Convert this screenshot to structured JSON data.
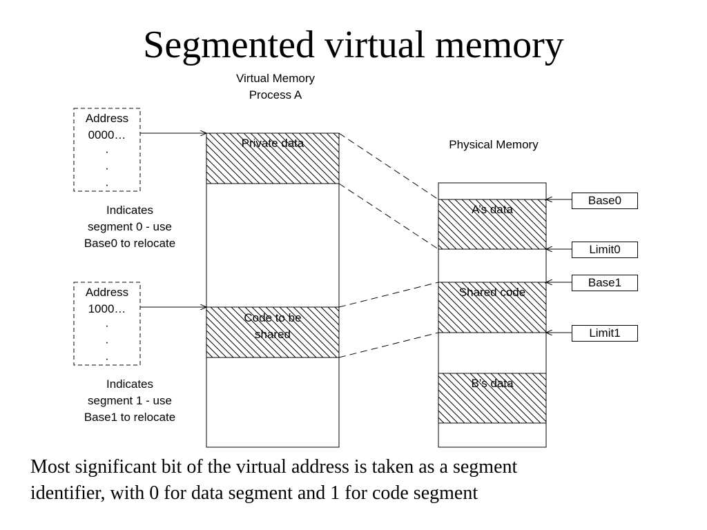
{
  "title": "Segmented virtual memory",
  "virtual_memory": {
    "heading_line1": "Virtual Memory",
    "heading_line2": "Process A",
    "segments": [
      {
        "label": "Private data"
      },
      {
        "label_line1": "Code to be",
        "label_line2": "shared"
      }
    ]
  },
  "physical_memory": {
    "heading": "Physical Memory",
    "segments": [
      {
        "label": "A’s data"
      },
      {
        "label": "Shared code"
      },
      {
        "label": "B’s data"
      }
    ]
  },
  "registers": {
    "base0": "Base0",
    "limit0": "Limit0",
    "base1": "Base1",
    "limit1": "Limit1"
  },
  "addresses": [
    {
      "line1": "Address",
      "line2": "0000…",
      "dots": [
        "·",
        "·",
        "·"
      ],
      "note_line1": "Indicates",
      "note_line2": "segment 0 - use",
      "note_line3": "Base0 to relocate"
    },
    {
      "line1": "Address",
      "line2": "1000…",
      "dots": [
        "·",
        "·",
        "·"
      ],
      "note_line1": "Indicates",
      "note_line2": "segment 1 - use",
      "note_line3": "Base1 to relocate"
    }
  ],
  "caption_line1": "Most significant bit of the virtual address is taken as a segment",
  "caption_line2": "identifier, with 0 for data segment and 1 for code segment"
}
